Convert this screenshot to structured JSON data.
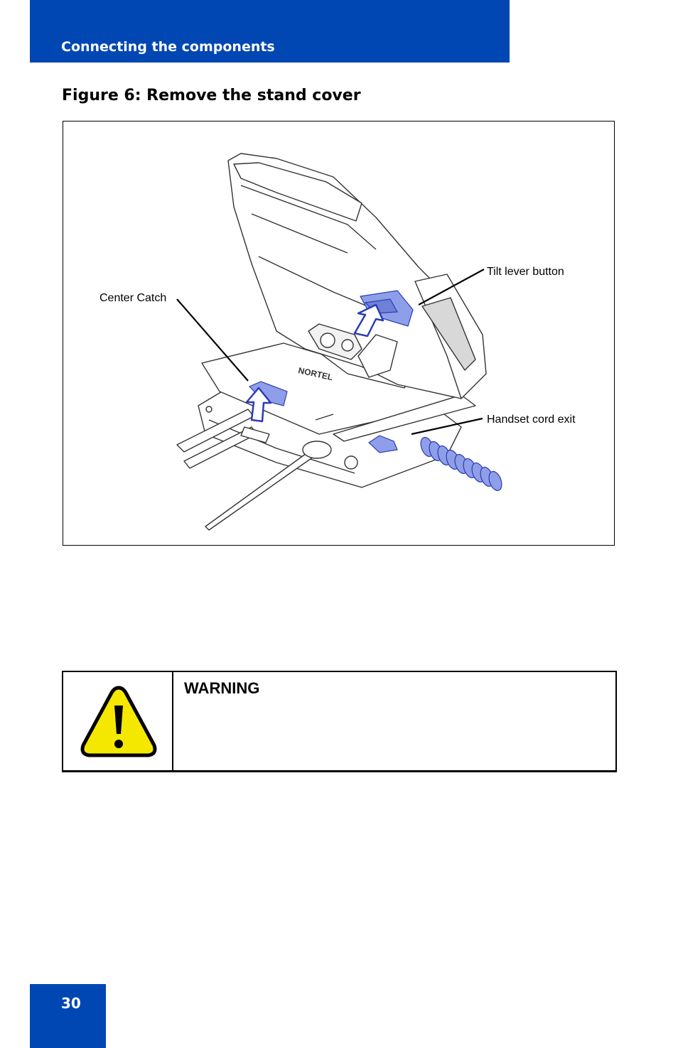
{
  "header": {
    "section_title": "Connecting the components"
  },
  "figure": {
    "caption": "Figure 6: Remove the stand cover",
    "callouts": {
      "center_catch": "Center Catch",
      "tilt_lever": "Tilt lever button",
      "handset_cord": "Handset cord exit"
    }
  },
  "warning": {
    "title": "WARNING"
  },
  "footer": {
    "page_number": "30"
  },
  "colors": {
    "brand_blue": "#0047b3",
    "highlight_blue": "#8e9ee8",
    "warning_yellow": "#f5e800"
  }
}
